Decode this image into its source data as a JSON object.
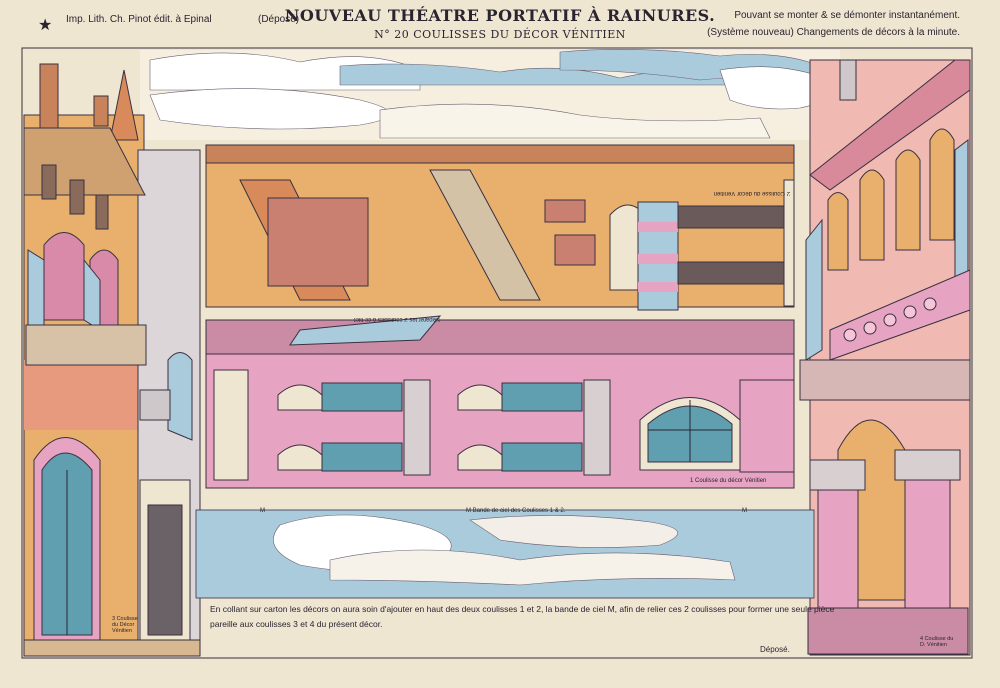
{
  "header": {
    "title": "NOUVEAU THÉATRE PORTATIF À RAINURES.",
    "subtitle": "N° 20  COULISSES DU DÉCOR VÉNITIEN",
    "printer": "Imp. Lith. Ch. Pinot édit. à Epinal",
    "depose": "(Déposé)",
    "tagline1": "Pouvant se monter & se démonter instantanément.",
    "tagline2": "(Système nouveau) Changements de décors à la minute."
  },
  "labels": {
    "sky_band": "M  Bande de ciel des Coulisses 1 & 2.",
    "m_left": "M",
    "m_right": "M",
    "separate_note": "Séparer les 2 coulisses à ce filet",
    "wing1": "1 Coulisse du décor Vénitien",
    "wing2": "2 Coulisse du décor Vénitien",
    "wing3": "3 Coulisse du Décor Vénitien",
    "wing4": "4 Coulisse du D. Vénitien"
  },
  "footer": {
    "note_line1": "En collant sur carton les décors on aura soin d'ajouter en haut des deux coulisses 1 et 2, la bande de ciel M, afin de relier ces 2 coulisses pour former une seule pièce",
    "note_line2": "pareille aux coulisses 3 et 4 du présent décor.",
    "depose": "Déposé."
  },
  "colors": {
    "paper": "#efe6d2",
    "ochre": "#e8b06c",
    "pink": "#e6a3c2",
    "sky": "#a9cbdc",
    "teal": "#5f9fb0",
    "ink": "#2a2430"
  }
}
